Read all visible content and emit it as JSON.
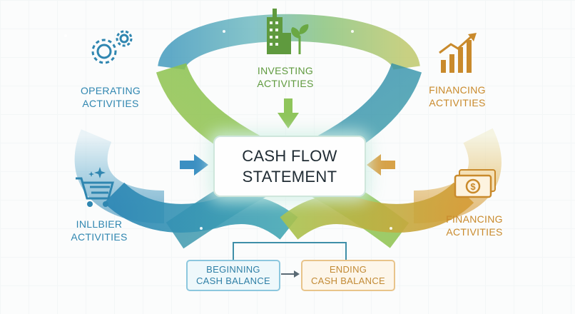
{
  "center": {
    "line1": "CASH FLOW",
    "line2": "STATEMENT"
  },
  "labels": {
    "operating": [
      "OPERATING",
      "ACTIVITIES"
    ],
    "investing": [
      "INVESTING",
      "ACTIVITIES"
    ],
    "financing_top": [
      "FINANCING",
      "ACTIVITIES"
    ],
    "financing_bottom": [
      "FINANCING",
      "ACTIVITIES"
    ],
    "inllbier": [
      "INLLBIER",
      "ACTIVITIES"
    ]
  },
  "balances": {
    "beginning": [
      "BEGINNING",
      "CASH BALANCE"
    ],
    "ending": [
      "ENDING",
      "CASH BALANCE"
    ]
  },
  "icons": {
    "operating": "gears-icon",
    "investing": "building-sprout-icon",
    "financing_top": "growth-chart-icon",
    "financing_bottom": "dollar-bill-icon",
    "inllbier": "shopping-cart-icon"
  },
  "colors": {
    "blue": "#2f86b0",
    "green": "#5f9a3e",
    "gold": "#c98a2c",
    "text_dark": "#1f2b33"
  }
}
